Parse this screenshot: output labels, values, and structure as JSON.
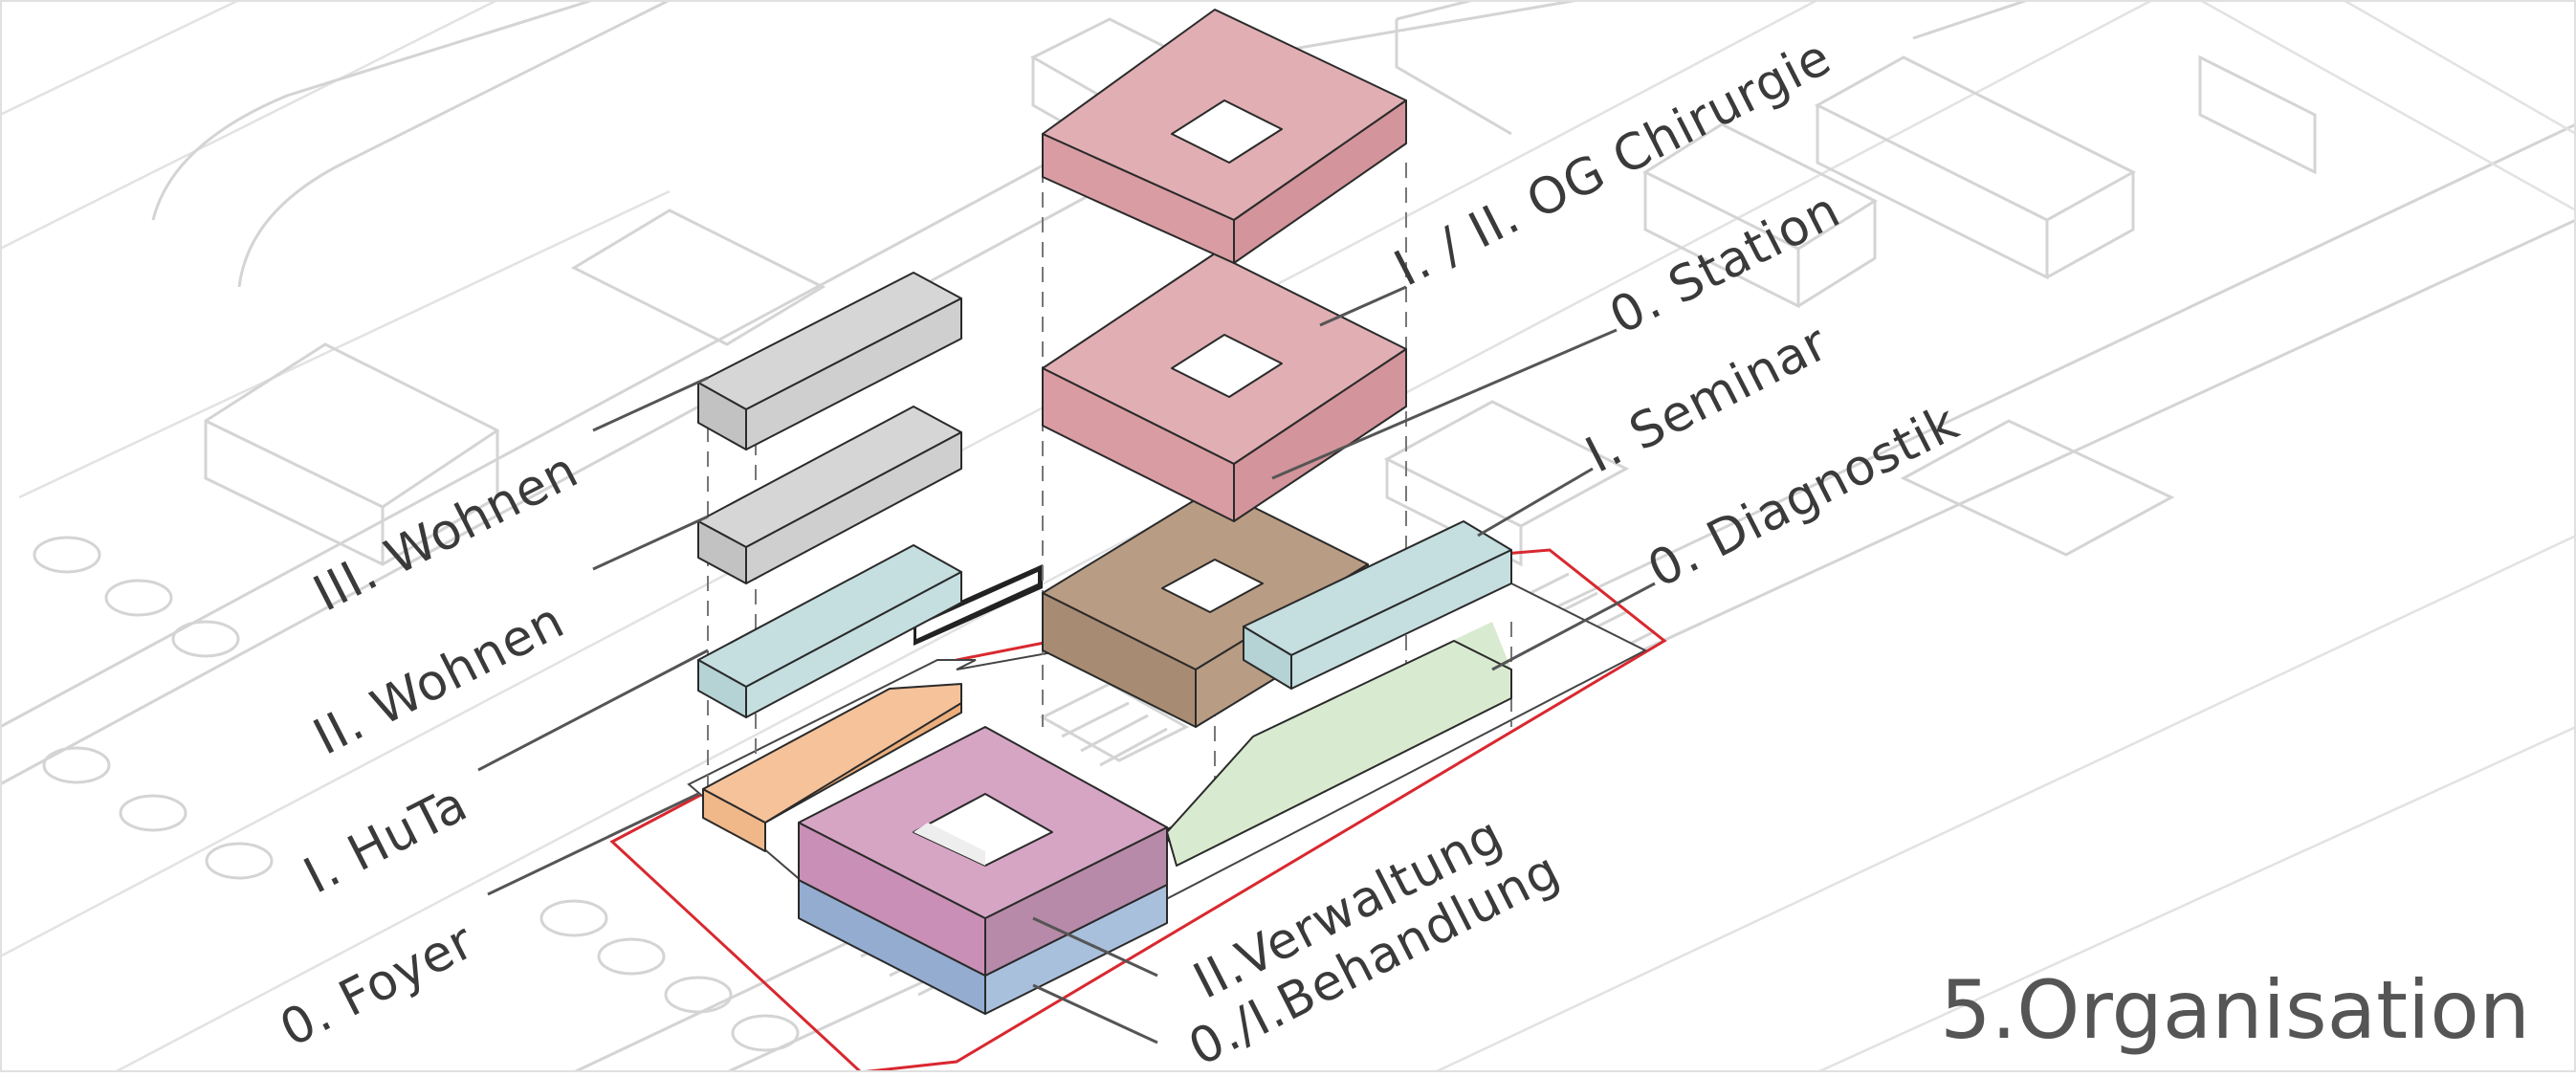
{
  "title": "5.Organisation",
  "labels": {
    "chirurgie": "I. / II. OG Chirurgie",
    "station": "0. Station",
    "seminar": "I. Seminar",
    "diagnostik": "0. Diagnostik",
    "wohnen3": "III. Wohnen",
    "wohnen2": "II. Wohnen",
    "huta": "I. HuTa",
    "foyer": "0. Foyer",
    "verwaltung": "II.Verwaltung",
    "behandlung": "0./I.Behandlung"
  },
  "colors": {
    "chirurgie": "#d99ca3",
    "station": "#b89c84",
    "seminar": "#c5dee0",
    "diagnostik": "#d8ebd0",
    "wohnen": "#cfcfcf",
    "huta": "#c5dee0",
    "foyer": "#f5c29a",
    "verwaltung": "#d6a5c4",
    "behandlung": "#a9c0dd",
    "site_outline": "#d9282f"
  }
}
